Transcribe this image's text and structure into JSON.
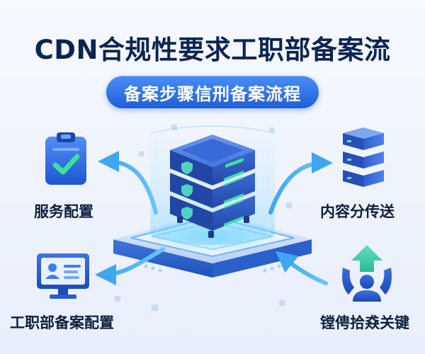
{
  "header": {
    "title": "CDN合规性要求工职部备案流",
    "subtitle": "备案步骤信刑备案流程"
  },
  "labels": {
    "top_left": "服务配置",
    "bottom_left": "工职部备案配置",
    "top_right": "内容分传送",
    "bottom_right": "镗俜拾猋关键"
  },
  "icons": {
    "top_left": "clipboard-check-icon",
    "bottom_left": "monitor-id-card-icon",
    "top_right": "server-stack-icon",
    "bottom_right": "person-upload-icon",
    "center": "server-rack-icon"
  },
  "colors": {
    "accent": "#1f5fd9",
    "accent_light": "#4a8df6",
    "glow": "#55c8ff",
    "status_green": "#3ee0a0",
    "title_text": "#0b2452"
  }
}
